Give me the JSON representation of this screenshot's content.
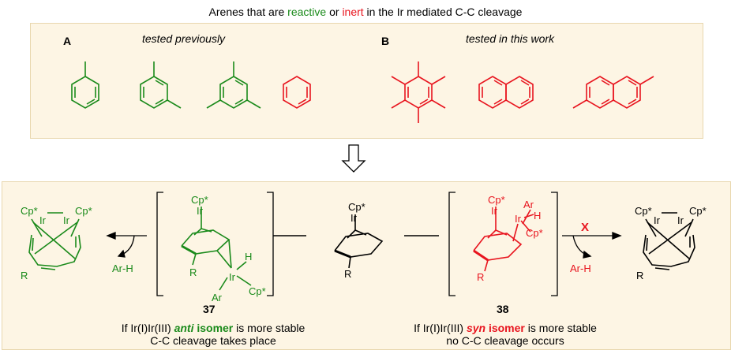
{
  "header": {
    "part1": "Arenes that are ",
    "reactive": "reactive",
    "part2": " or ",
    "inert": "inert",
    "part3": " in the Ir mediated C-C cleavage"
  },
  "panel_a": {
    "letter": "A",
    "subtitle": "tested previously"
  },
  "panel_b": {
    "letter": "B",
    "subtitle": "tested in this work"
  },
  "labels": {
    "cp_star": "Cp*",
    "ir": "Ir",
    "r": "R",
    "ar": "Ar",
    "h": "H",
    "ar_h": "Ar-H",
    "x_mark": "X"
  },
  "compounds": {
    "anti": "37",
    "syn": "38"
  },
  "caption_left": {
    "line1_pre": "If Ir(I)Ir(III) ",
    "line1_em": "anti",
    "line1_iso": " isomer",
    "line1_post": " is more stable",
    "line2": "C-C cleavage takes place"
  },
  "caption_right": {
    "line1_pre": "If Ir(I)Ir(III) ",
    "line1_em": "syn",
    "line1_iso": " isomer",
    "line1_post": " is more stable",
    "line2": "no C-C cleavage occurs"
  },
  "colors": {
    "reactive": "#1a8a1a",
    "inert": "#e8141e",
    "panel_bg": "#fdf5e4"
  }
}
